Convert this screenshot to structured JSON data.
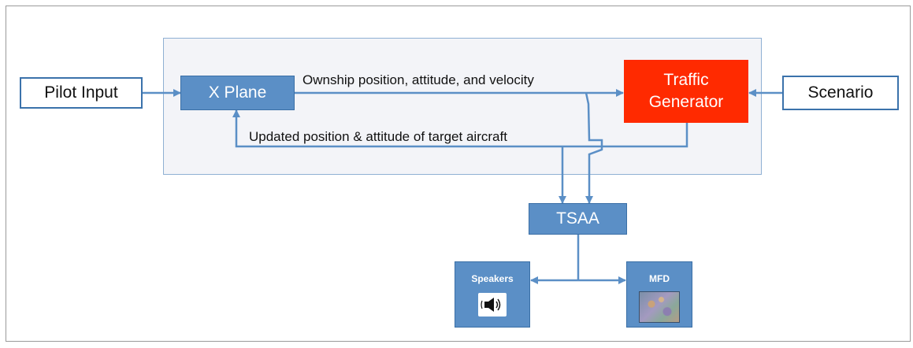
{
  "diagram": {
    "nodes": {
      "pilot_input": "Pilot Input",
      "x_plane": "X Plane",
      "traffic_generator": [
        "Traffic",
        "Generator"
      ],
      "scenario": "Scenario",
      "tsaa": "TSAA",
      "speakers": "Speakers",
      "mfd": "MFD"
    },
    "edge_labels": {
      "ownship": "Ownship position, attitude, and velocity",
      "updated": "Updated position & attitude of target aircraft"
    },
    "icons": {
      "speakers": "speaker-icon",
      "mfd": "map-display-icon"
    }
  },
  "colors": {
    "node_blue": "#5b8fc6",
    "traffic_red": "#ff2a00",
    "wire": "#5b8fc6",
    "outline": "#3b72ab",
    "region_fill": "#f3f4f8"
  }
}
